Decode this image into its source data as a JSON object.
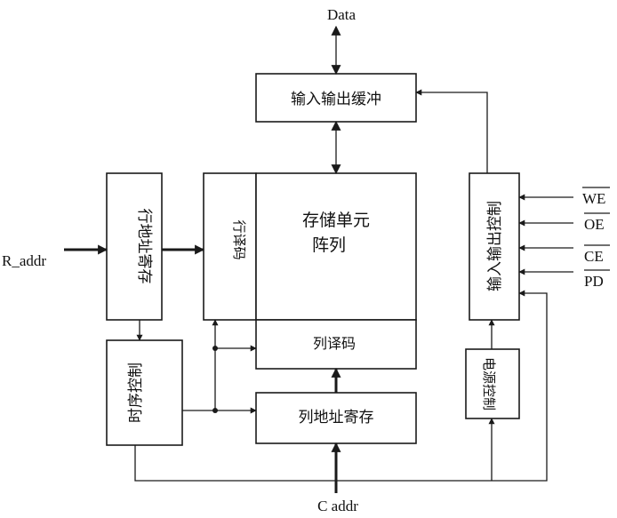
{
  "signals": {
    "data": "Data",
    "r_addr": "R_addr",
    "c_addr": "C  addr",
    "we": "WE",
    "oe": "OE",
    "ce": "CE",
    "pd": "PD"
  },
  "blocks": {
    "io_buffer": "输入输出缓冲",
    "row_addr_reg": "行地址寄存",
    "row_decoder": "行译码",
    "memory_array_line1": "存储单元",
    "memory_array_line2": "阵列",
    "col_decoder": "列译码",
    "timing_control": "时序控制",
    "col_addr_reg": "列地址寄存",
    "io_control": "输入输出控制",
    "power_control": "电源控制"
  }
}
